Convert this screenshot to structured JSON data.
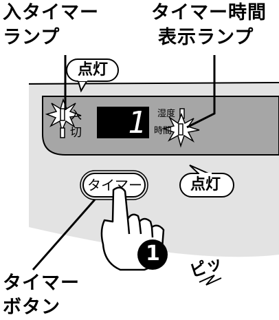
{
  "callouts": {
    "on_timer_lamp": [
      "入タイマー",
      "ランプ"
    ],
    "timer_time_lamp": [
      "タイマー時間",
      "表示ランプ"
    ],
    "timer_button": [
      "タイマー",
      "ボタン"
    ]
  },
  "bubbles": {
    "lit_top": "点灯",
    "lit_right": "点灯"
  },
  "panel": {
    "on_label": "入",
    "off_label": "切",
    "display_value": "1",
    "humidity_label": "湿度",
    "time_label": "時間"
  },
  "button_label": "タイマー",
  "step_number": "1",
  "beep_text": "ピッ"
}
